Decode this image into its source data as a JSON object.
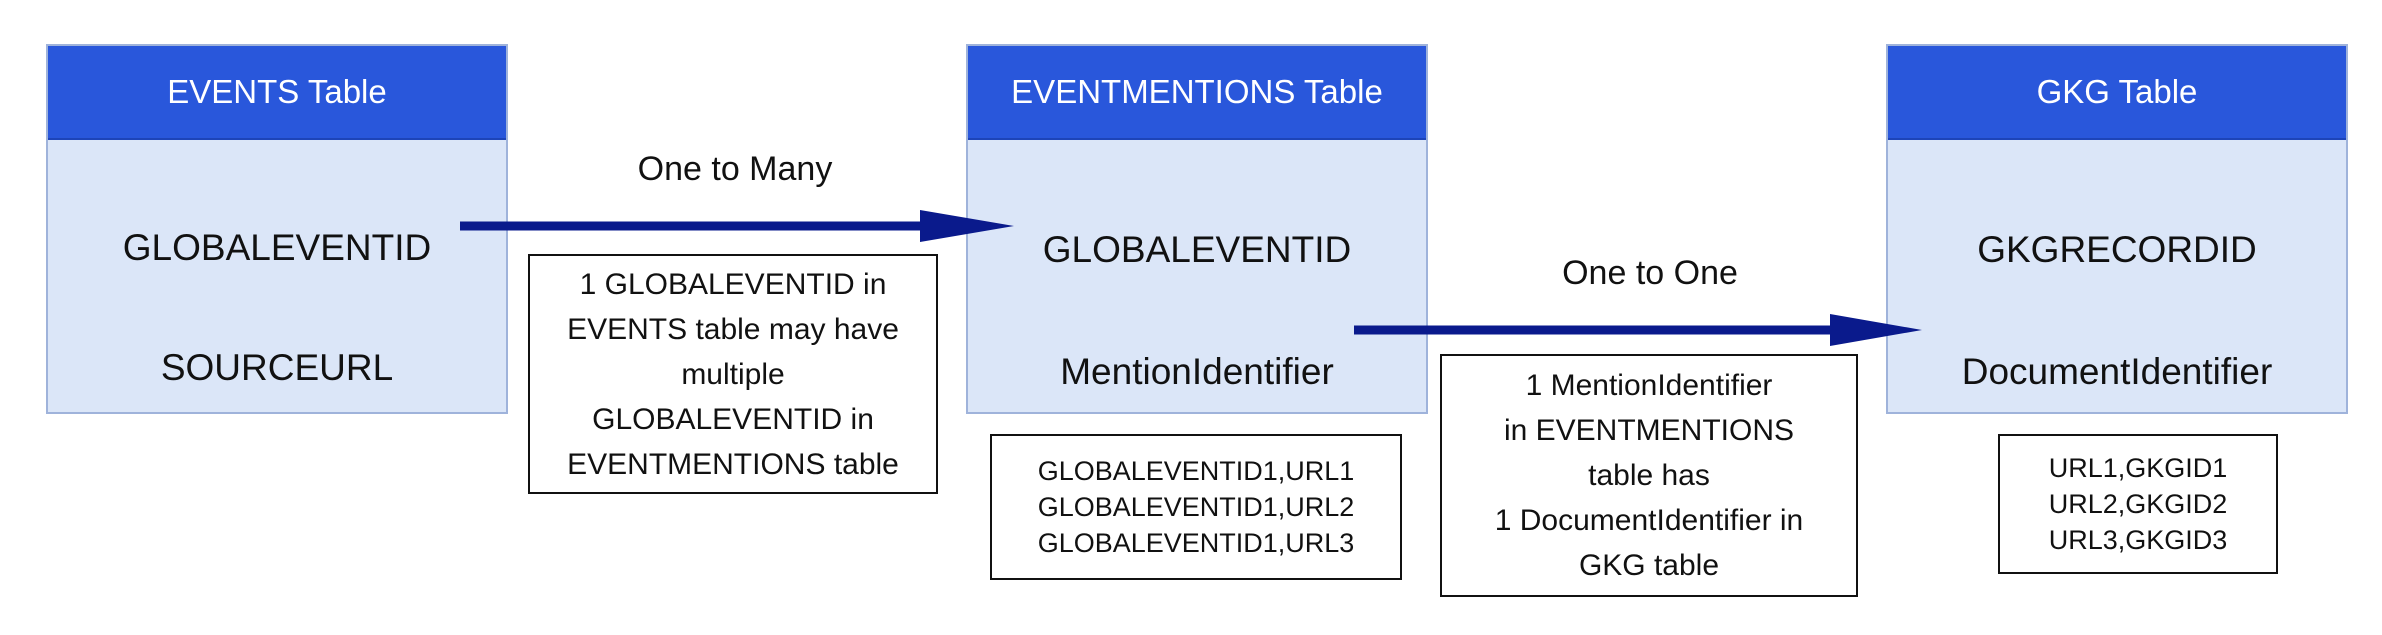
{
  "colors": {
    "header_bg": "#2957db",
    "table_bg": "#dbe6f8",
    "arrow": "#0a1a8c"
  },
  "tables": {
    "events": {
      "title": "EVENTS Table",
      "fields": [
        "GLOBALEVENTID",
        "SOURCEURL"
      ]
    },
    "eventmentions": {
      "title": "EVENTMENTIONS Table",
      "fields": [
        "GLOBALEVENTID",
        "MentionIdentifier"
      ],
      "records": [
        "GLOBALEVENTID1,URL1",
        "GLOBALEVENTID1,URL2",
        "GLOBALEVENTID1,URL3"
      ]
    },
    "gkg": {
      "title": "GKG Table",
      "fields": [
        "GKGRECORDID",
        "DocumentIdentifier"
      ],
      "records": [
        "URL1,GKGID1",
        "URL2,GKGID2",
        "URL3,GKGID3"
      ]
    }
  },
  "relations": {
    "one_to_many": {
      "label": "One to Many",
      "note": [
        "1 GLOBALEVENTID in",
        "EVENTS table may have",
        "multiple",
        "GLOBALEVENTID in",
        "EVENTMENTIONS table"
      ]
    },
    "one_to_one": {
      "label": "One to One",
      "note": [
        "1 MentionIdentifier",
        "in EVENTMENTIONS",
        "table has",
        "1 DocumentIdentifier in",
        "GKG table"
      ]
    }
  }
}
